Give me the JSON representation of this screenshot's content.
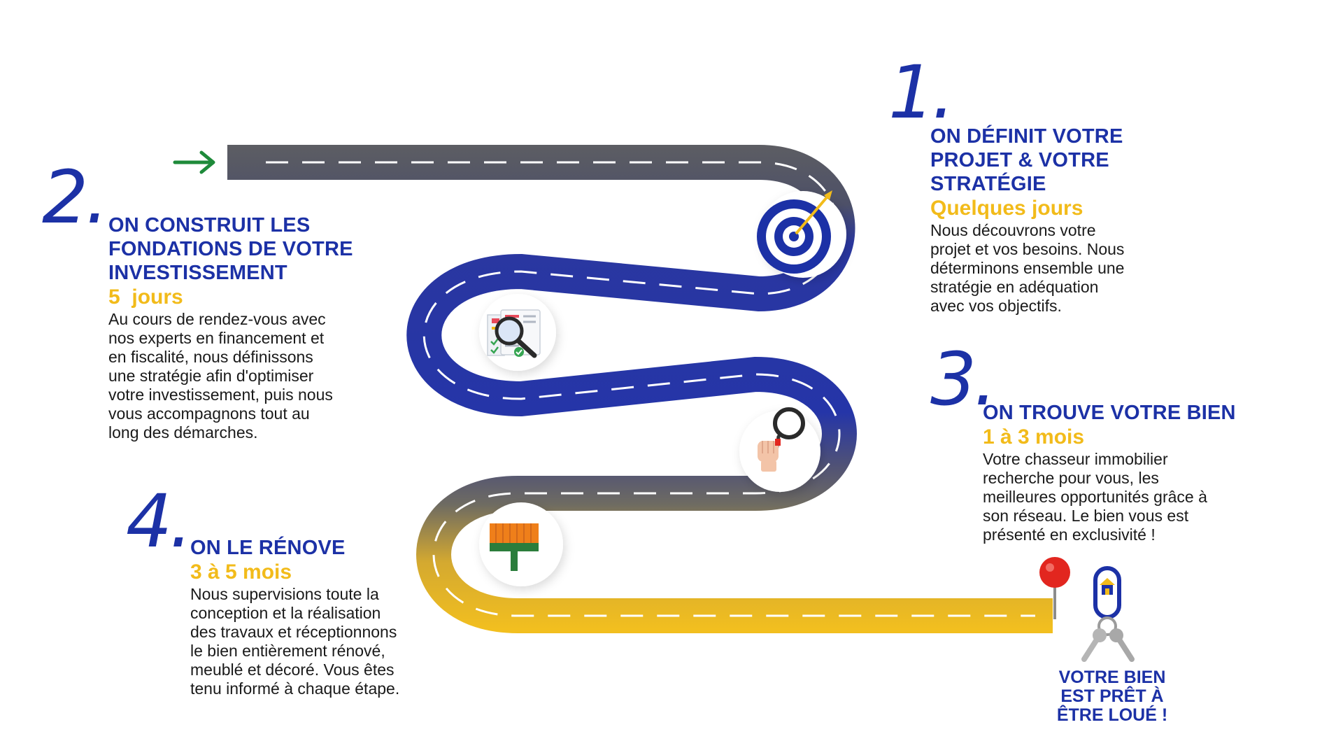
{
  "steps": [
    {
      "number": "1.",
      "title": "ON DÉFINIT VOTRE\nPROJET & VOTRE\nSTRATÉGIE",
      "duration": "Quelques jours",
      "description": "Nous découvrons votre\nprojet et vos besoins. Nous\ndéterminons ensemble une\nstratégie en adéquation\navec vos objectifs.",
      "icon": "target-icon"
    },
    {
      "number": "2.",
      "title": "ON CONSTRUIT LES\nFONDATIONS DE VOTRE\nINVESTISSEMENT",
      "duration": "5  jours",
      "description": "Au cours de rendez-vous avec\nnos experts en financement et\nen fiscalité, nous définissons\nune stratégie afin d'optimiser\nvotre investissement, puis nous\nvous accompagnons tout au\nlong des démarches.",
      "icon": "document-analysis-icon"
    },
    {
      "number": "3.",
      "title": "ON TROUVE VOTRE BIEN",
      "duration": "1 à 3 mois",
      "description": "Votre chasseur immobilier\nrecherche pour vous, les\nmeilleures opportunités grâce à\nson réseau. Le bien vous est\nprésenté en exclusivité !",
      "icon": "magnifier-hand-icon"
    },
    {
      "number": "4.",
      "title": "ON LE RÉNOVE",
      "duration": "3 à 5 mois",
      "description": "Nous supervisions toute la\nconception et la réalisation\ndes travaux et réceptionnons\nle bien entièrement rénové,\nmeublé et décoré. Vous êtes\ntenu informé à chaque étape.",
      "icon": "paint-brush-icon"
    }
  ],
  "final": {
    "text": "VOTRE BIEN\nEST PRÊT À\nÊTRE LOUÉ !",
    "icon": "house-keys-icon"
  },
  "colors": {
    "brand_blue": "#1c31a6",
    "accent_yellow": "#f2bb1a",
    "road_gray": "#595b63",
    "road_blue": "#2535a8",
    "arrow_green": "#1e8a3a",
    "pin_red": "#e2261f"
  }
}
